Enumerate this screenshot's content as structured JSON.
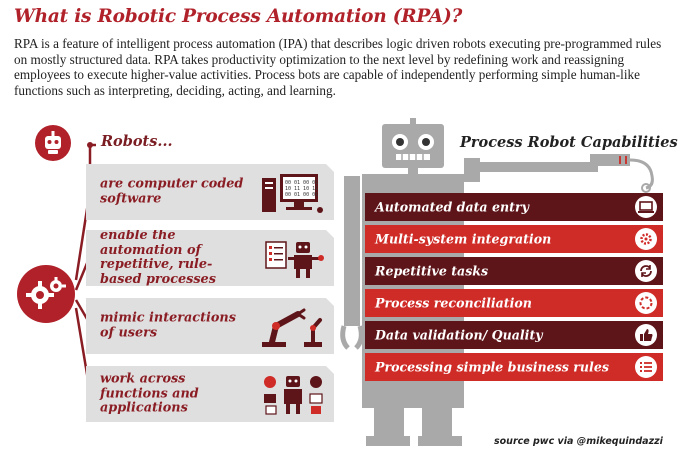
{
  "title": "What is Robotic Process Automation (RPA)?",
  "intro": "RPA is a feature of intelligent process automation (IPA) that describes logic driven robots executing pre-programmed rules on mostly structured data. RPA takes productivity optimization to the next level by redefining work and reassigning employees to execute higher-value activities. Process bots are capable of independently performing simple human-like functions such as interpreting, deciding, acting, and learning.",
  "left": {
    "heading": "Robots...",
    "badge_icon": "robot-head-icon",
    "hub_icon": "gears-icon",
    "features": [
      {
        "text": "are computer coded software",
        "icon": "computer-code-icon",
        "code_lines": [
          "00 01 00 01",
          "10 11 10 11",
          "00 01 00 01"
        ]
      },
      {
        "text": "enable the automation of repetitive, rule-based processes",
        "icon": "robot-checklist-icon"
      },
      {
        "text": "mimic interactions of users",
        "icon": "robotic-arm-icon"
      },
      {
        "text": "work across functions and applications",
        "icon": "robot-functions-icon"
      }
    ]
  },
  "right": {
    "heading": "Process Robot Capabilities",
    "capabilities": [
      {
        "label": "Automated data entry",
        "style": "dark",
        "icon": "laptop-icon"
      },
      {
        "label": "Multi-system integration",
        "style": "red",
        "icon": "gear-network-icon"
      },
      {
        "label": "Repetitive tasks",
        "style": "dark",
        "icon": "refresh-icon"
      },
      {
        "label": "Process reconciliation",
        "style": "red",
        "icon": "loading-circle-icon"
      },
      {
        "label": "Data validation/ Quality",
        "style": "dark",
        "icon": "thumbs-up-icon"
      },
      {
        "label": "Processing simple business rules",
        "style": "red",
        "icon": "checklist-icon"
      }
    ]
  },
  "colors": {
    "brand_red": "#b0212a",
    "dark_maroon": "#5e1519",
    "bright_red": "#cf2b27",
    "card_gray": "#e0dfdf",
    "robot_gray": "#a9a9a9"
  },
  "source": "source pwc via @mikequindazzi"
}
